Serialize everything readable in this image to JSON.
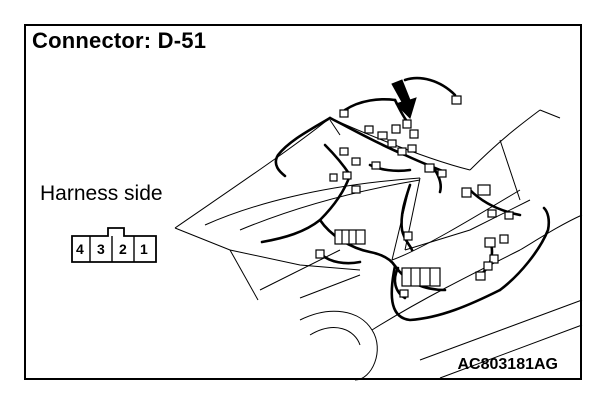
{
  "title": "Connector: D-51",
  "harness_label": "Harness side",
  "connector_pins": [
    "4",
    "3",
    "2",
    "1"
  ],
  "figure_code": "AC803181AG"
}
